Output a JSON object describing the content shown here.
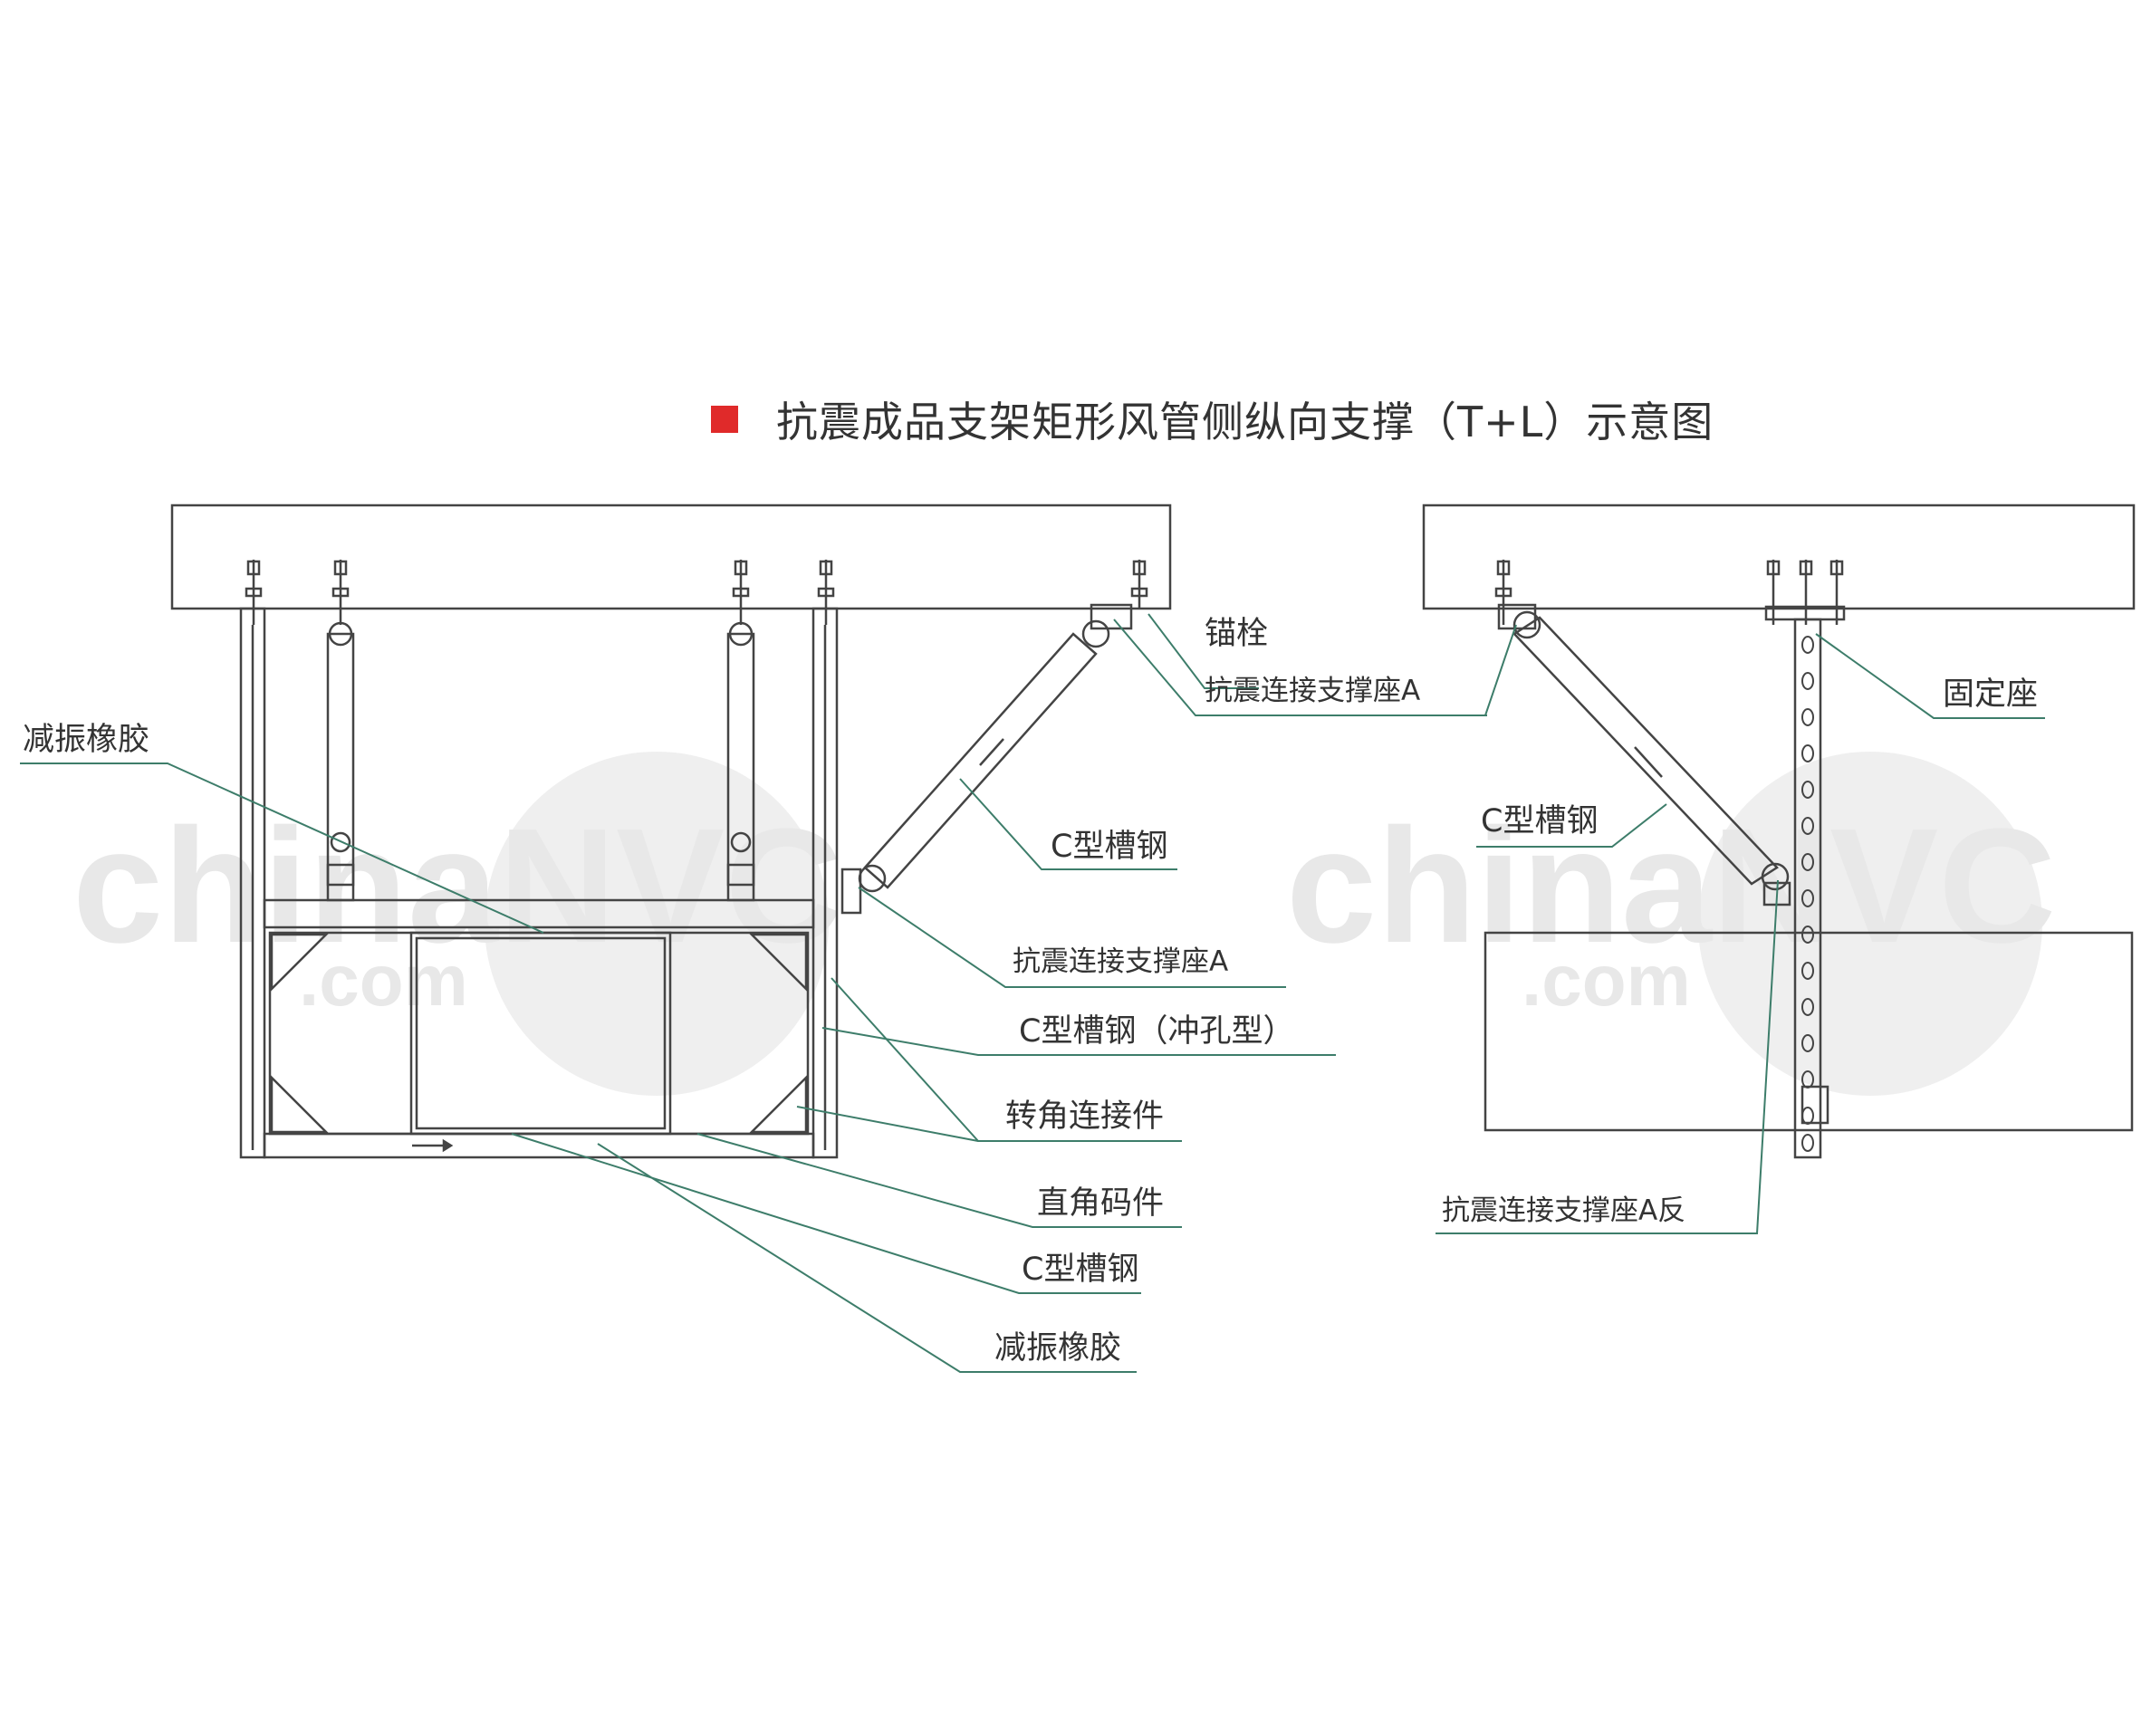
{
  "title": "抗震成品支架矩形风管侧纵向支撑（T+L）示意图",
  "colors": {
    "accent": "#e02a2a",
    "line": "#444444",
    "leader": "#3d7d6a",
    "watermark": "#ececec",
    "text": "#333333"
  },
  "watermark": {
    "text": "chinaNVC",
    "sub": ".com"
  },
  "left_labels": {
    "anchor_bolt": "锚栓",
    "seismic_seat_a_top": "抗震连接支撑座A",
    "damping_rubber_top": "减振橡胶",
    "c_channel_brace": "C型槽钢",
    "seismic_seat_a_mid": "抗震连接支撑座A",
    "c_channel_punched": "C型槽钢（冲孔型）",
    "corner_connector": "转角连接件",
    "right_angle_fitting": "直角码件",
    "c_channel_bottom": "C型槽钢",
    "damping_rubber_bottom": "减振橡胶"
  },
  "right_labels": {
    "fixed_seat": "固定座",
    "c_channel": "C型槽钢",
    "seismic_seat_a_reverse": "抗震连接支撑座A反"
  }
}
